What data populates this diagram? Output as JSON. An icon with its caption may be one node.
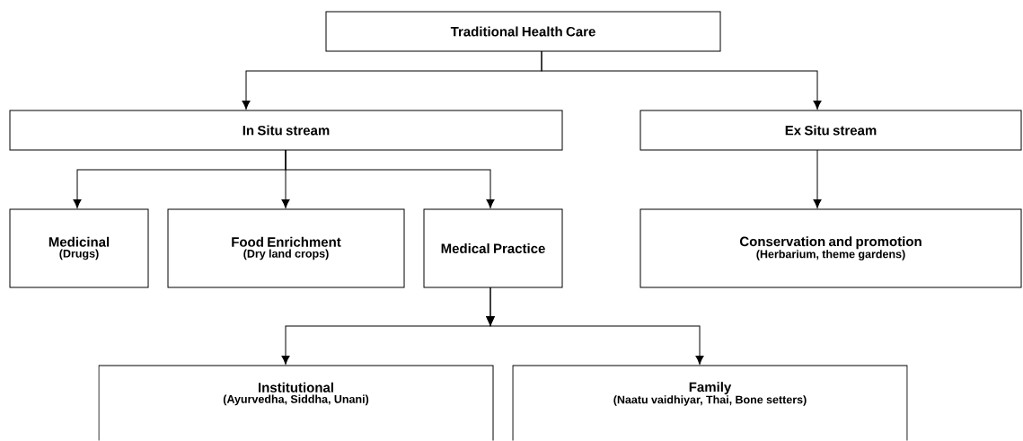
{
  "diagram": {
    "nodes": [
      {
        "text": [
          "Traditional Health Care"
        ]
      },
      {
        "text": [
          "In Situ stream"
        ]
      },
      {
        "text": [
          "Ex Situ stream"
        ]
      },
      {
        "text": [
          "Medicinal",
          "(Drugs)"
        ]
      },
      {
        "text": [
          "Food Enrichment",
          "(Dry land crops)"
        ]
      },
      {
        "text": [
          "Medical Practice"
        ]
      },
      {
        "text": [
          "Conservation and promotion",
          "(Herbarium, theme gardens)"
        ]
      },
      {
        "text": [
          "Institutional",
          "(Ayurvedha, Siddha, Unani)"
        ]
      },
      {
        "text": [
          "Family",
          "(Naatu vaidhiyar, Thai, Bone setters)"
        ]
      }
    ],
    "edges": [
      {
        "from": 0,
        "to": 1,
        "arrow": "to"
      },
      {
        "from": 0,
        "to": 2,
        "arrow": "to"
      },
      {
        "from": 1,
        "to": 3,
        "arrow": "to"
      },
      {
        "from": 1,
        "to": 4,
        "arrow": "to"
      },
      {
        "from": 1,
        "to": 5,
        "arrow": "to"
      },
      {
        "from": 2,
        "to": 6,
        "arrow": "to"
      },
      {
        "from": 5,
        "to": 7,
        "arrow": "to"
      },
      {
        "from": 5,
        "to": 8,
        "arrow": "to"
      }
    ]
  }
}
